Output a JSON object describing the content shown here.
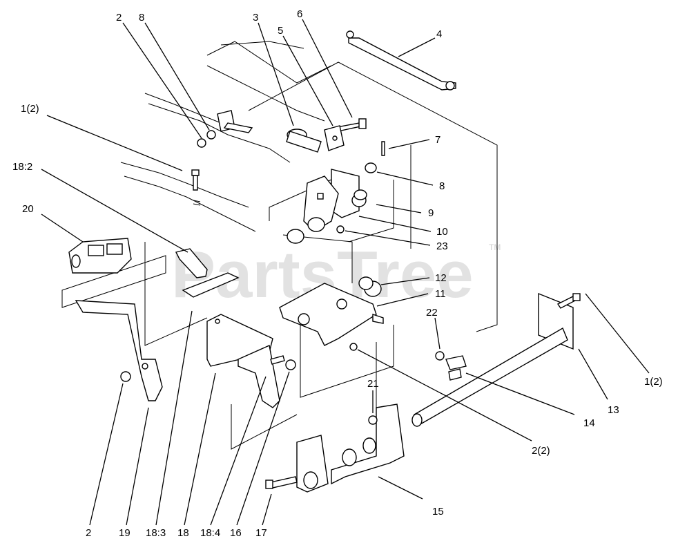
{
  "watermark": {
    "text": "PartsTree",
    "tm": "TM"
  },
  "callouts": [
    "2",
    "8",
    "3",
    "5",
    "6",
    "4",
    "1(2)",
    "18:2",
    "7",
    "8",
    "9",
    "10",
    "20",
    "23",
    "12",
    "11",
    "22",
    "1(2)",
    "21",
    "13",
    "14",
    "2(2)",
    "15",
    "2",
    "19",
    "18:3",
    "18",
    "18:4",
    "16",
    "17"
  ]
}
